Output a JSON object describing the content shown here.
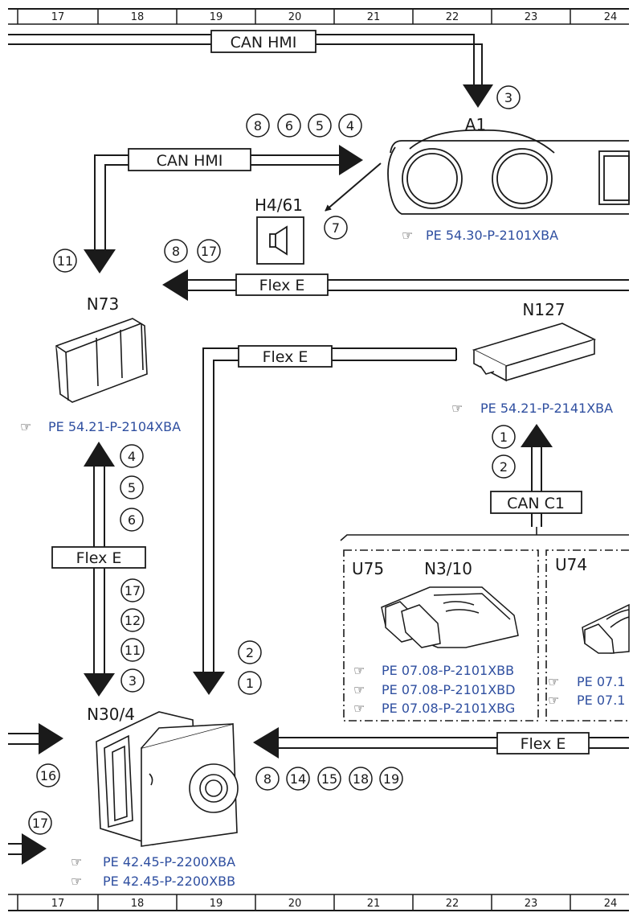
{
  "columns": [
    "17",
    "18",
    "19",
    "20",
    "21",
    "22",
    "23",
    "24"
  ],
  "components": {
    "a1": "A1",
    "h4_61": "H4/61",
    "n73": "N73",
    "n127": "N127",
    "u75": "U75",
    "n3_10": "N3/10",
    "u74": "U74",
    "n30_4": "N30/4"
  },
  "buses": {
    "can_hmi_top": "CAN HMI",
    "can_hmi_mid": "CAN HMI",
    "flex_e_h4": "Flex E",
    "flex_e_vertical": "Flex E",
    "flex_e_left": "Flex E",
    "can_c1": "CAN C1",
    "flex_e_bottom": "Flex E"
  },
  "references": {
    "a1": "PE 54.30-P-2101XBA",
    "n73": "PE 54.21-P-2104XBA",
    "n127": "PE 54.21-P-2141XBA",
    "u75": [
      "PE 07.08-P-2101XBB",
      "PE 07.08-P-2101XBD",
      "PE 07.08-P-2101XBG"
    ],
    "u74": [
      "PE 07.1",
      "PE 07.1"
    ],
    "n30_4": [
      "PE 42.45-P-2200XBA",
      "PE 42.45-P-2200XBB"
    ]
  },
  "markers": {
    "a1_in": [
      "3"
    ],
    "can_hmi_mid": [
      "8",
      "6",
      "5",
      "4"
    ],
    "h4_61": [
      "7"
    ],
    "n73_down": [
      "11"
    ],
    "flex_e_h4": [
      "8",
      "17"
    ],
    "n73_up": [
      "4",
      "5",
      "6"
    ],
    "n30_down_left": [
      "17",
      "12",
      "11",
      "3"
    ],
    "flex_e_vertical": [
      "2",
      "1"
    ],
    "n127": [
      "1",
      "2"
    ],
    "n30_in_left_top": [
      "16"
    ],
    "n30_in_left_bottom": [
      "17"
    ],
    "flex_e_bottom": [
      "8",
      "14",
      "15",
      "18",
      "19"
    ]
  }
}
